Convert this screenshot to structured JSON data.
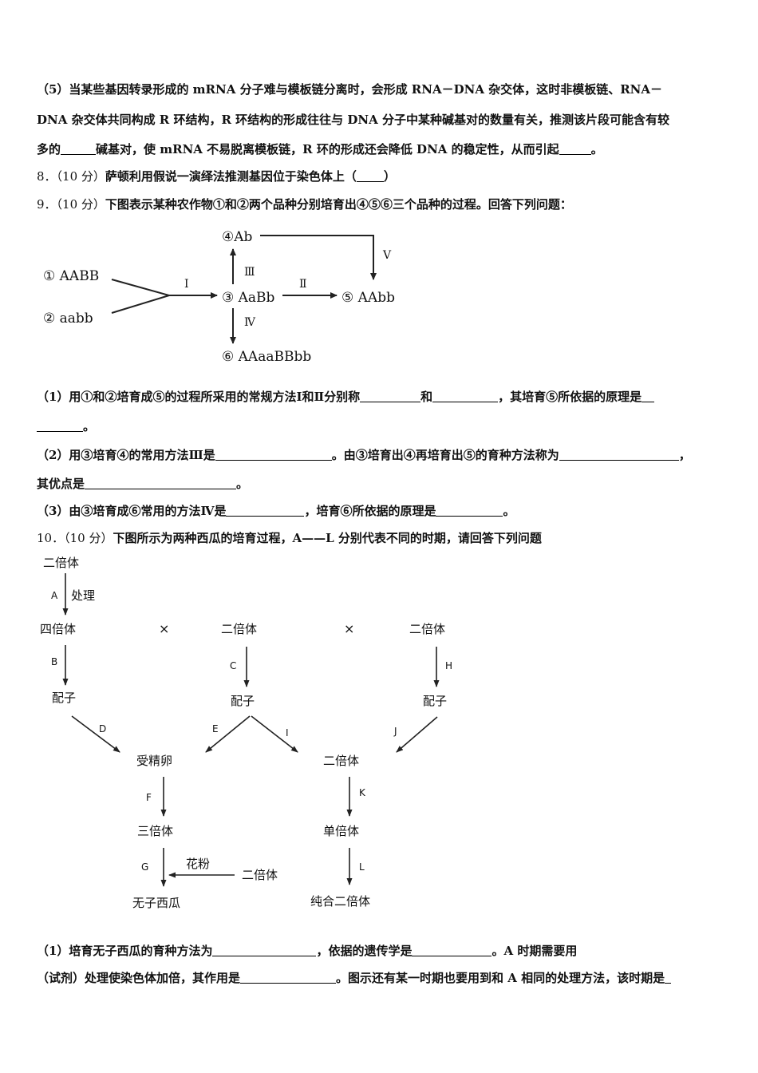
{
  "q7": {
    "line1": "（5）当某些基因转录形成的 mRNA 分子难与模板链分离时，会形成 RNA－DNA 杂交体，这时非模板链、RNA－",
    "line2": "DNA 杂交体共同构成 R 环结构，R 环结构的形成往往与 DNA 分子中某种碱基对的数量有关，推测该片段可能含有较",
    "line3_a": "多的",
    "line3_b": "碱基对，使 mRNA 不易脱离模板链，R 环的形成还会降低 DNA 的稳定性，从而引起",
    "line3_c": "。"
  },
  "q8": {
    "prefix": "8．（10 分）",
    "text": "萨顿利用假说一演绎法推测基因位于染色体上（",
    "suffix": "）"
  },
  "q9": {
    "prefix": "9．（10 分）",
    "text": "下图表示某种农作物①和②两个品种分别培育出④⑤⑥三个品种的过程。回答下列问题：",
    "diagram": {
      "n1": "① AABB",
      "n2": "② aabb",
      "n3": "③ AaBb",
      "n4": "④Ab",
      "n5": "⑤ AAbb",
      "n6": "⑥ AAaaBBbb",
      "s1": "Ⅰ",
      "s2": "Ⅱ",
      "s3": "Ⅲ",
      "s4": "Ⅳ",
      "s5": "Ⅴ"
    },
    "sub1_a": "（1）用①和②培育成⑤的过程所采用的常规方法Ⅰ和Ⅱ分别称",
    "sub1_b": "和",
    "sub1_c": "，其培育⑤所依据的原理是",
    "sub1_d": "。",
    "sub2_a": "（2）用③培育④的常用方法Ⅲ是",
    "sub2_b": "。由③培育出④再培育出⑤的育种方法称为",
    "sub2_c": "，",
    "sub2_d": "其优点是",
    "sub2_e": "。",
    "sub3_a": "（3）由③培育成⑥常用的方法Ⅳ是",
    "sub3_b": "，培育⑥所依据的原理是",
    "sub3_c": "。"
  },
  "q10": {
    "prefix": "10．（10 分）",
    "text": "下图所示为两种西瓜的培育过程，A——L 分别代表不同的时期，请回答下列问题",
    "diagram": {
      "diploid_top": "二倍体",
      "tetraploid": "四倍体",
      "diploid_mid": "二倍体",
      "diploid_right": "二倍体",
      "cross1": "×",
      "cross2": "×",
      "gamete1": "配子",
      "gamete2": "配子",
      "gamete3": "配子",
      "zygote": "受精卵",
      "diploid_center": "二倍体",
      "triploid": "三倍体",
      "haploid": "单倍体",
      "seedless": "无子西瓜",
      "pure_diploid": "纯合二倍体",
      "pollen": "花粉",
      "diploid_side": "二倍体",
      "treat": "处理",
      "A": "A",
      "B": "B",
      "C": "C",
      "D": "D",
      "E": "E",
      "F": "F",
      "G": "G",
      "H": "H",
      "I": "I",
      "J": "J",
      "K": "K",
      "L": "L"
    },
    "sub1_a": "（1）培育无子西瓜的育种方法为",
    "sub1_b": "，依据的遗传学是",
    "sub1_c": "。A 时期需要用",
    "sub1_d": "（试剂）处理使染色体加倍，其作用是",
    "sub1_e": "。图示还有某一时期也要用到和 A 相同的处理方法，该时期是"
  }
}
